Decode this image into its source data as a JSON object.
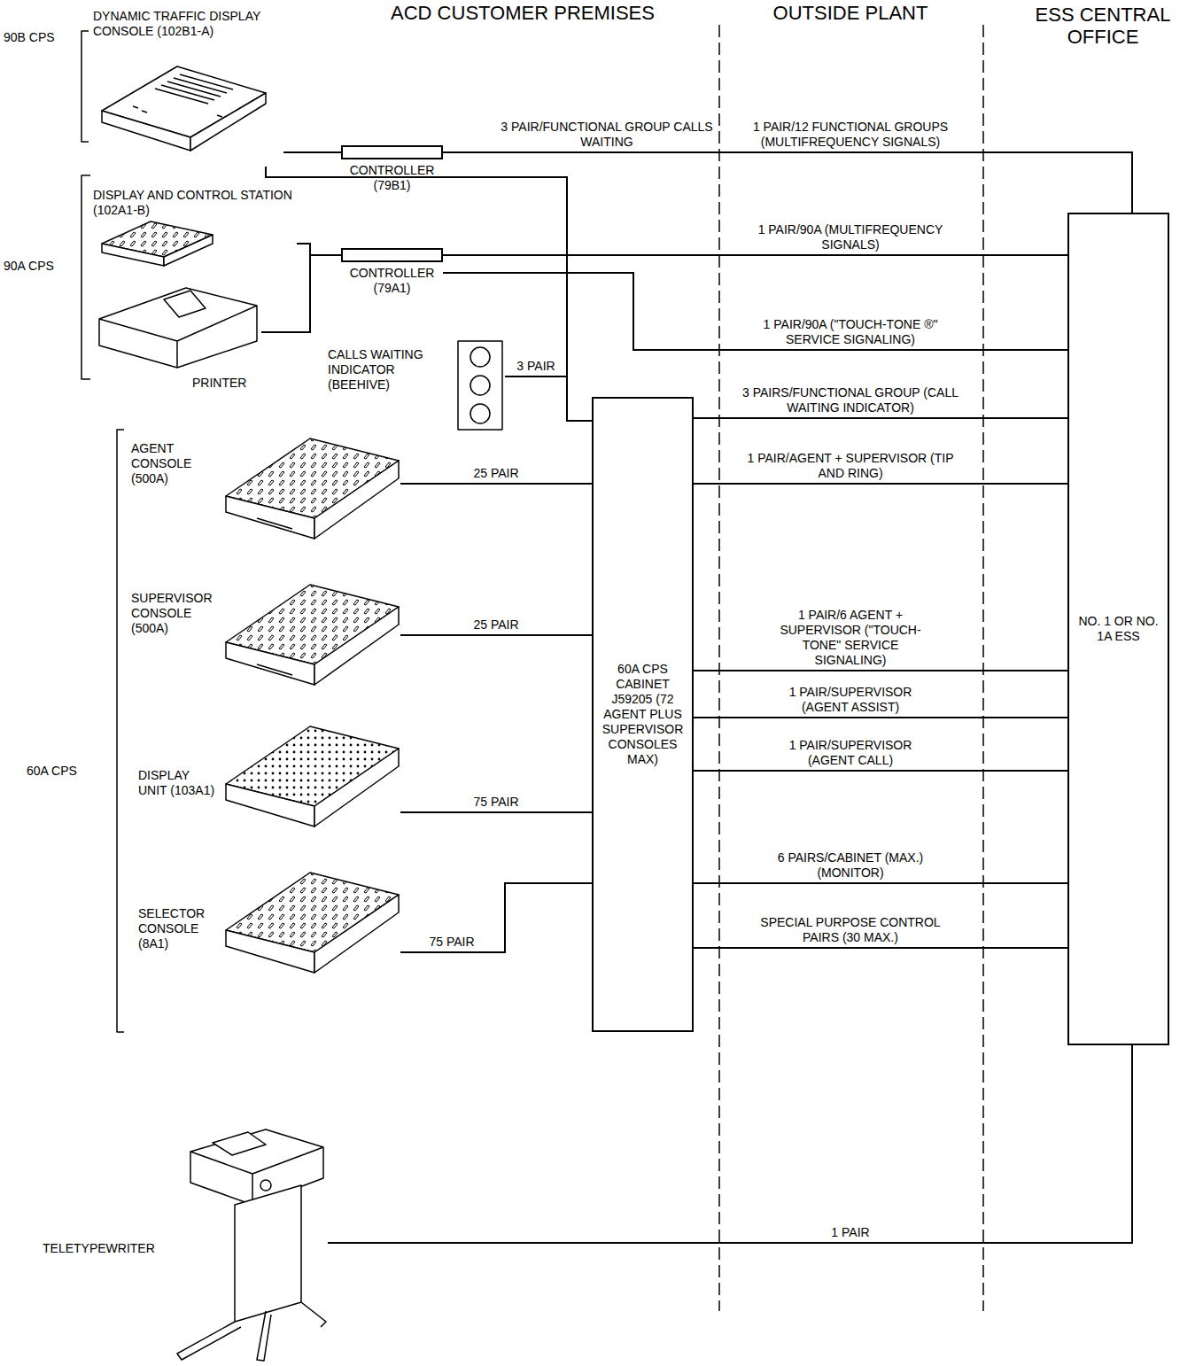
{
  "diagram": {
    "nodes": [
      {
        "text": [
          "DYNAMIC TRAFFIC DISPLAY CONSOLE (102B1-A)"
        ]
      },
      {
        "text": [
          "CONTROLLER (79B1)"
        ]
      },
      {
        "text": [
          "DISPLAY AND CONTROL STATION (102A1-B)"
        ]
      },
      {
        "text": [
          "PRINTER"
        ]
      },
      {
        "text": [
          "CONTROLLER (79A1)"
        ]
      },
      {
        "text": [
          "CALLS WAITING INDICATOR (BEEHIVE)"
        ]
      },
      {
        "text": [
          "AGENT CONSOLE (500A)"
        ]
      },
      {
        "text": [
          "SUPERVISOR CONSOLE (500A)"
        ]
      },
      {
        "text": [
          "DISPLAY UNIT (103A1)"
        ]
      },
      {
        "text": [
          "SELECTOR CONSOLE (8A1)"
        ]
      },
      {
        "text": [
          "60A CPS CABINET J59205 (72 AGENT PLUS SUPERVISOR CONSOLES MAX)"
        ]
      },
      {
        "text": [
          "NO. 1 OR NO. 1A ESS"
        ]
      },
      {
        "text": [
          "TELETYPEWRITER"
        ]
      }
    ],
    "edges": [
      {
        "from": 0,
        "to": 1,
        "arrow": "none"
      },
      {
        "from": 1,
        "to": 11,
        "label": "1 PAIR/12 FUNCTIONAL GROUPS (MULTIFREQUENCY SIGNALS)",
        "arrow": "none"
      },
      {
        "from": 0,
        "to": 10,
        "label": "3 PAIR/FUNCTIONAL GROUP CALLS WAITING",
        "arrow": "none"
      },
      {
        "from": 2,
        "to": 4,
        "arrow": "none"
      },
      {
        "from": 3,
        "to": 4,
        "arrow": "none"
      },
      {
        "from": 4,
        "to": 11,
        "label": "1 PAIR/90A (MULTIFREQUENCY SIGNALS)",
        "arrow": "none"
      },
      {
        "from": 4,
        "to": 11,
        "label": "1 PAIR/90A (\"TOUCH-TONE ®\" SERVICE SIGNALING)",
        "arrow": "none"
      },
      {
        "from": 5,
        "to": 10,
        "label": "3 PAIR",
        "arrow": "none"
      },
      {
        "from": 10,
        "to": 11,
        "label": "3 PAIRS/FUNCTIONAL GROUP (CALL WAITING INDICATOR)",
        "arrow": "none"
      },
      {
        "from": 6,
        "to": 10,
        "label": "25 PAIR",
        "arrow": "none"
      },
      {
        "from": 10,
        "to": 11,
        "label": "1 PAIR/AGENT + SUPERVISOR (TIP AND RING)",
        "arrow": "none"
      },
      {
        "from": 7,
        "to": 10,
        "label": "25 PAIR",
        "arrow": "none"
      },
      {
        "from": 10,
        "to": 11,
        "label": "1 PAIR/6 AGENT + SUPERVISOR (\"TOUCH-TONE\" SERVICE SIGNALING)",
        "arrow": "none"
      },
      {
        "from": 10,
        "to": 11,
        "label": "1 PAIR/SUPERVISOR (AGENT ASSIST)",
        "arrow": "none"
      },
      {
        "from": 10,
        "to": 11,
        "label": "1 PAIR/SUPERVISOR (AGENT CALL)",
        "arrow": "none"
      },
      {
        "from": 8,
        "to": 10,
        "label": "75 PAIR",
        "arrow": "none"
      },
      {
        "from": 10,
        "to": 11,
        "label": "6 PAIRS/CABINET (MAX.) (MONITOR)",
        "arrow": "none"
      },
      {
        "from": 9,
        "to": 10,
        "label": "75 PAIR",
        "arrow": "none"
      },
      {
        "from": 10,
        "to": 11,
        "label": "SPECIAL PURPOSE CONTROL PAIRS (30 MAX.)",
        "arrow": "none"
      },
      {
        "from": 12,
        "to": 11,
        "label": "1 PAIR",
        "arrow": "none"
      }
    ],
    "labels": [
      "ACD CUSTOMER PREMISES",
      "OUTSIDE PLANT",
      "ESS CENTRAL OFFICE",
      "90B CPS",
      "90A CPS",
      "60A CPS"
    ]
  }
}
